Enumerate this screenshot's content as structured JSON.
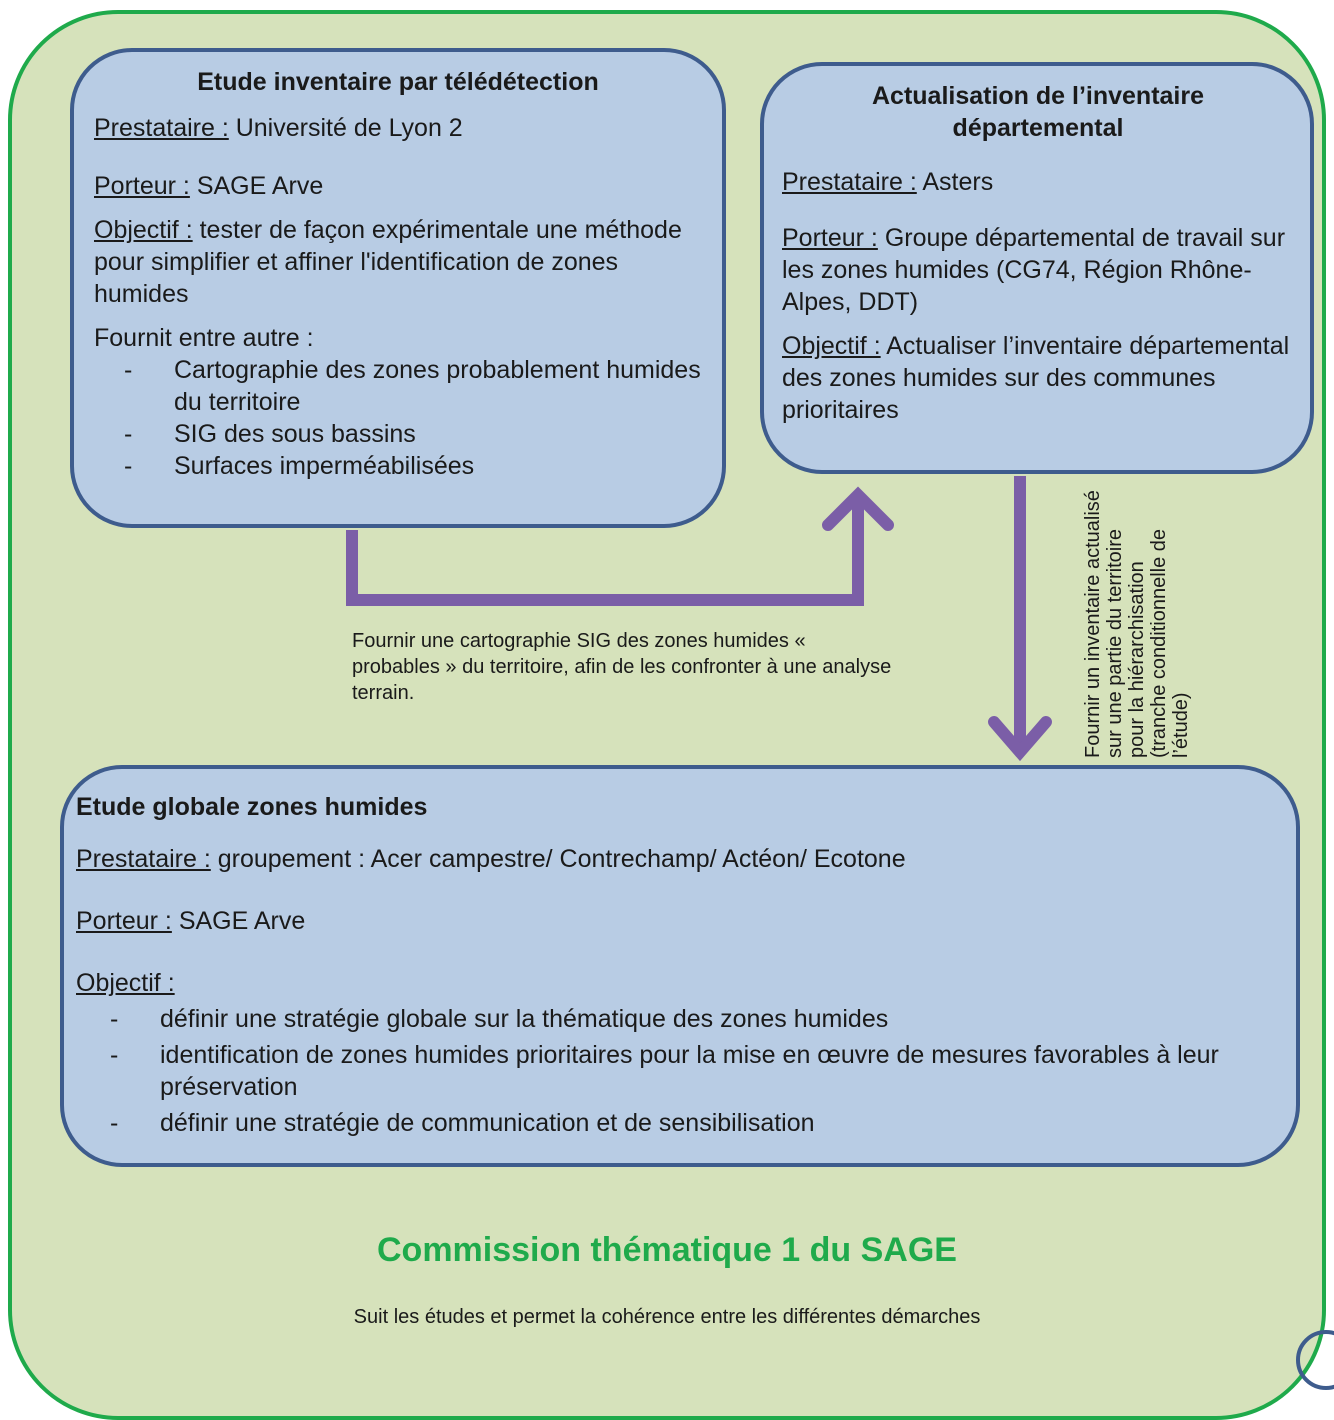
{
  "box_a": {
    "title": "Etude inventaire par télédétection",
    "prestataire_label": "Prestataire :",
    "prestataire_value": " Université de Lyon 2",
    "porteur_label": "Porteur :",
    "porteur_value": " SAGE Arve",
    "objectif_label": "Objectif :",
    "objectif_value": " tester de façon expérimentale une méthode pour simplifier et affiner l'identification de zones humides",
    "fournit_label": "Fournit entre autre :",
    "items": [
      "Cartographie des zones probablement humides du territoire",
      "SIG des sous bassins",
      "Surfaces imperméabilisées"
    ]
  },
  "box_b": {
    "title": "Actualisation de l’inventaire départemental",
    "prestataire_label": "Prestataire :",
    "prestataire_value": " Asters",
    "porteur_label": "Porteur :",
    "porteur_value": " Groupe départemental de travail sur les zones humides (CG74, Région Rhône-Alpes, DDT)",
    "objectif_label": "Objectif :",
    "objectif_value": " Actualiser l’inventaire départemental des zones humides sur des communes prioritaires"
  },
  "box_c": {
    "title": "Etude globale zones humides",
    "prestataire_label": "Prestataire :",
    "prestataire_value": " groupement : Acer campestre/ Contrechamp/ Actéon/ Ecotone",
    "porteur_label": "Porteur :",
    "porteur_value": " SAGE Arve",
    "objectif_label": "Objectif :",
    "items": [
      "définir une stratégie globale sur la thématique des zones humides",
      "identification de zones humides prioritaires pour la mise en œuvre de mesures favorables à leur préservation",
      "définir une stratégie de communication et de sensibilisation"
    ]
  },
  "arrows": {
    "a_to_b_caption": "Fournir une cartographie SIG des zones humides « probables » du territoire, afin de les confronter à une analyse terrain.",
    "b_to_c_caption": "Fournir un inventaire actualisé sur une partie du territoire pour la hiérarchisation (tranche conditionnelle de l’étude)",
    "color": "#7b5ea7"
  },
  "commission": {
    "title": "Commission thématique 1 du SAGE",
    "subtitle": "Suit les études et permet  la cohérence entre les différentes démarches"
  },
  "colors": {
    "background": "#d6e2bb",
    "outer_border": "#1faa4b",
    "box_fill": "#b8cce4",
    "box_border": "#3e5c8d"
  }
}
